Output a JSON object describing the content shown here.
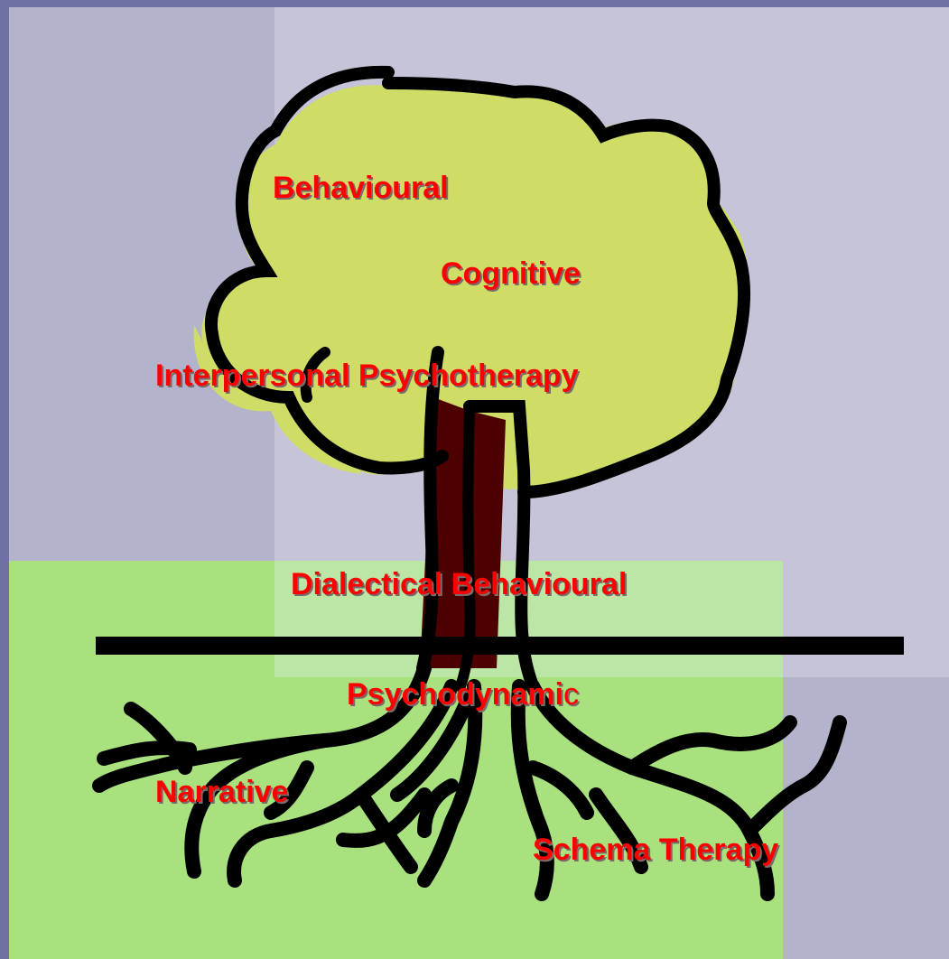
{
  "labels": {
    "behavioural": "Behavioural",
    "cognitive": "Cognitive",
    "interpersonal": "Interpersonal Psychotherapy",
    "dialectical": "Dialectical Behavioural",
    "psychodynamic_main": "Psychodynami",
    "psychodynamic_last": "c",
    "narrative": "Narrative",
    "schema": "Schema Therapy"
  },
  "colors": {
    "canopy": "#cfdd66",
    "trunk": "#4d0000",
    "outline": "#000000",
    "label": "#ff0000",
    "ground": "#a8e17d",
    "background": "#b3b3cc"
  }
}
